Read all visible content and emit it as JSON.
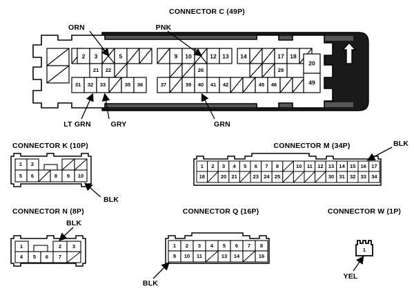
{
  "diagram": {
    "kind": "automotive-connector-pinout",
    "connectors": [
      {
        "id": "C",
        "title": "CONNECTOR C (49P)",
        "pin_count": "49P",
        "rows": {
          "row1_left": [
            "",
            "2",
            "3",
            "X",
            "5",
            "",
            ""
          ],
          "row2_left": [
            "21",
            "22",
            ""
          ],
          "row3_left": [
            "31",
            "32",
            "33",
            "",
            "35",
            "36"
          ],
          "row1_mid": [
            "",
            "9",
            "10",
            "X",
            "12",
            "13"
          ],
          "row2_mid": [
            "",
            "",
            "26"
          ],
          "row3_mid": [
            "37",
            "",
            "39",
            "40",
            "41",
            "42"
          ],
          "row1_right": [
            "14",
            "",
            "",
            "17",
            "18",
            ""
          ],
          "row2_right": [
            "",
            "",
            "29"
          ],
          "row3_right": [
            "",
            "",
            "45",
            "46",
            "",
            ""
          ],
          "tall_right": [
            "20",
            "49"
          ]
        },
        "callouts": [
          {
            "text": "ORN",
            "target_pin": "4"
          },
          {
            "text": "PNK",
            "target_pin": "11"
          },
          {
            "text": "LT GRN",
            "target_pin": "32"
          },
          {
            "text": "GRY",
            "target_pin": "33"
          },
          {
            "text": "GRN",
            "target_pin": "40"
          }
        ],
        "marker": "up-arrow"
      },
      {
        "id": "K",
        "title": "CONNECTOR K (10P)",
        "pin_count": "10P",
        "top": [
          "1",
          "2",
          "notch",
          "",
          ""
        ],
        "bottom": [
          "5",
          "6",
          "",
          "8",
          "9",
          "10"
        ],
        "callouts": [
          {
            "text": "BLK",
            "target_pin": "10"
          }
        ]
      },
      {
        "id": "M",
        "title": "CONNECTOR M (34P)",
        "pin_count": "34P",
        "top": [
          "1",
          "2",
          "3",
          "4",
          "5",
          "6",
          "7",
          "8",
          "",
          "10",
          "11",
          "12",
          "13",
          "14",
          "15",
          "16",
          "17"
        ],
        "bottom": [
          "18",
          "",
          "20",
          "21",
          "",
          "23",
          "24",
          "25",
          "",
          "",
          "",
          "",
          "30",
          "31",
          "32",
          "33",
          "34"
        ],
        "callouts": [
          {
            "text": "BLK",
            "target_pin": "16"
          }
        ]
      },
      {
        "id": "N",
        "title": "CONNECTOR N (8P)",
        "pin_count": "8P",
        "top": [
          "1",
          "notch",
          "2",
          "3"
        ],
        "bottom": [
          "4",
          "5",
          "6",
          "7",
          ""
        ],
        "callouts": [
          {
            "text": "BLK",
            "target_pin": "2"
          }
        ]
      },
      {
        "id": "Q",
        "title": "CONNECTOR Q (16P)",
        "pin_count": "16P",
        "top": [
          "1",
          "2",
          "3",
          "4",
          "5",
          "6",
          "7",
          "8"
        ],
        "bottom": [
          "9",
          "10",
          "11",
          "",
          "13",
          "14",
          "",
          "16"
        ],
        "callouts": [
          {
            "text": "BLK",
            "target_pin": "9"
          }
        ]
      },
      {
        "id": "W",
        "title": "CONNECTOR W (1P)",
        "pin_count": "1P",
        "single_pin": "1",
        "callouts": [
          {
            "text": "YEL",
            "target_pin": "1"
          }
        ]
      }
    ]
  },
  "colors": {
    "ink": "#000000",
    "paper": "#ffffff",
    "shell_fill": "#1a1a1a"
  }
}
